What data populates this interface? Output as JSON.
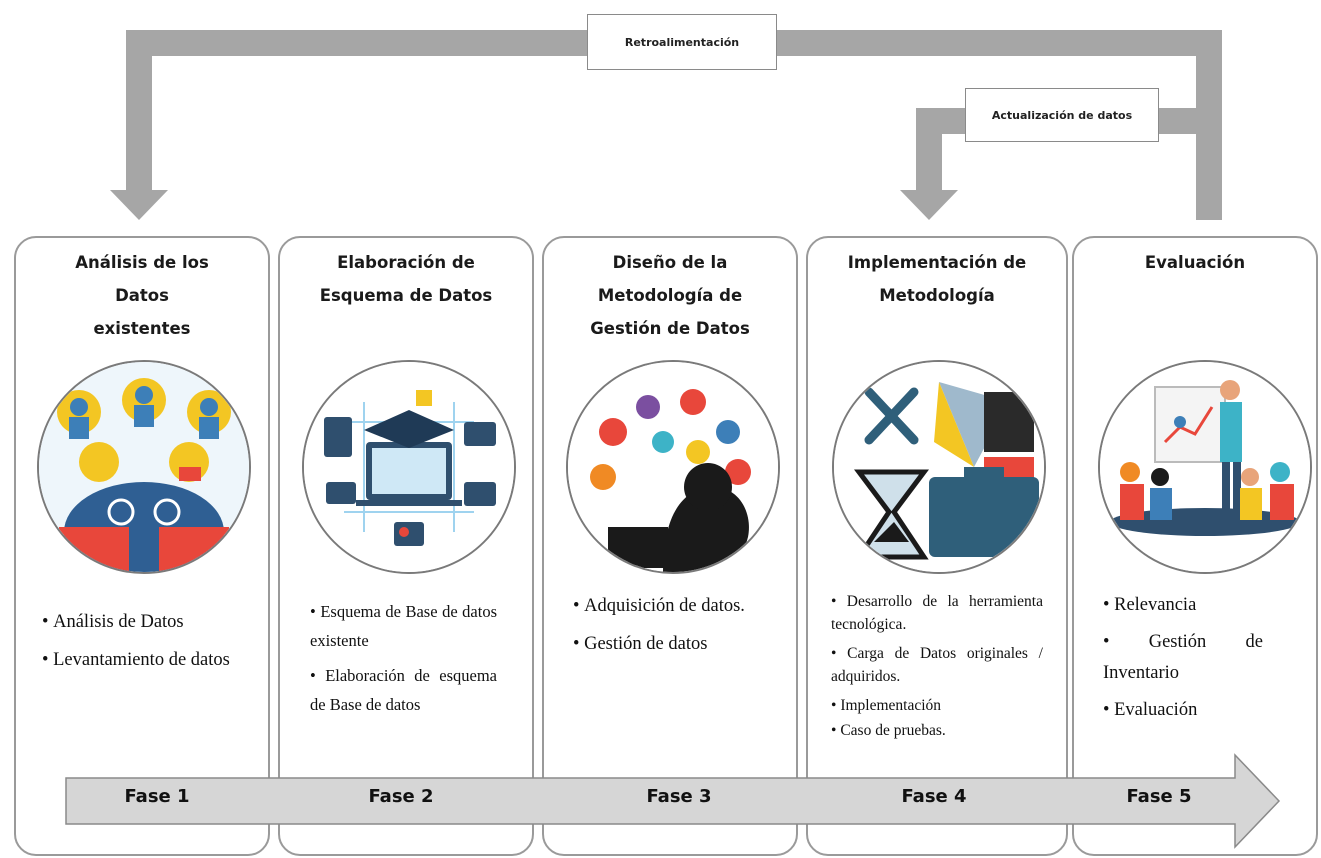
{
  "feedback": {
    "retro_label": "Retroalimentación",
    "update_label": "Actualización de datos"
  },
  "phases": [
    {
      "title_lines": [
        "Análisis de los",
        "Datos",
        "existentes"
      ],
      "illustration": "people-data-analysis-illustration",
      "bullets": [
        "Análisis de Datos",
        "Levantamiento de datos"
      ],
      "fase": "Fase 1"
    },
    {
      "title_lines": [
        "Elaboración de",
        "Esquema de Datos"
      ],
      "illustration": "connected-devices-graduation-illustration",
      "bullets": [
        "Esquema de Base de datos existente",
        "Elaboración de esquema de Base de datos"
      ],
      "fase": "Fase 2"
    },
    {
      "title_lines": [
        "Diseño de la",
        "Metodología de",
        "Gestión de Datos"
      ],
      "illustration": "thinking-person-icons-illustration",
      "bullets": [
        "Adquisición de datos.",
        "Gestión de datos"
      ],
      "fase": "Fase 3"
    },
    {
      "title_lines": [
        "Implementación de",
        "Metodología"
      ],
      "illustration": "tools-briefcase-hourglass-illustration",
      "bullets": [
        "Desarrollo de la herramienta tecnológica.",
        "Carga de Datos originales / adquiridos.",
        "Implementación",
        "Caso de pruebas."
      ],
      "fase": "Fase 4"
    },
    {
      "title_lines": [
        "Evaluación"
      ],
      "illustration": "team-meeting-presentation-illustration",
      "bullets": [
        "Relevancia",
        "Gestión de Inventario",
        "Evaluación"
      ],
      "fase": "Fase 5"
    }
  ],
  "colors": {
    "arrow_gray": "#a6a6a6",
    "timeline_fill": "#d6d6d6",
    "card_border": "#9a9a9a"
  }
}
